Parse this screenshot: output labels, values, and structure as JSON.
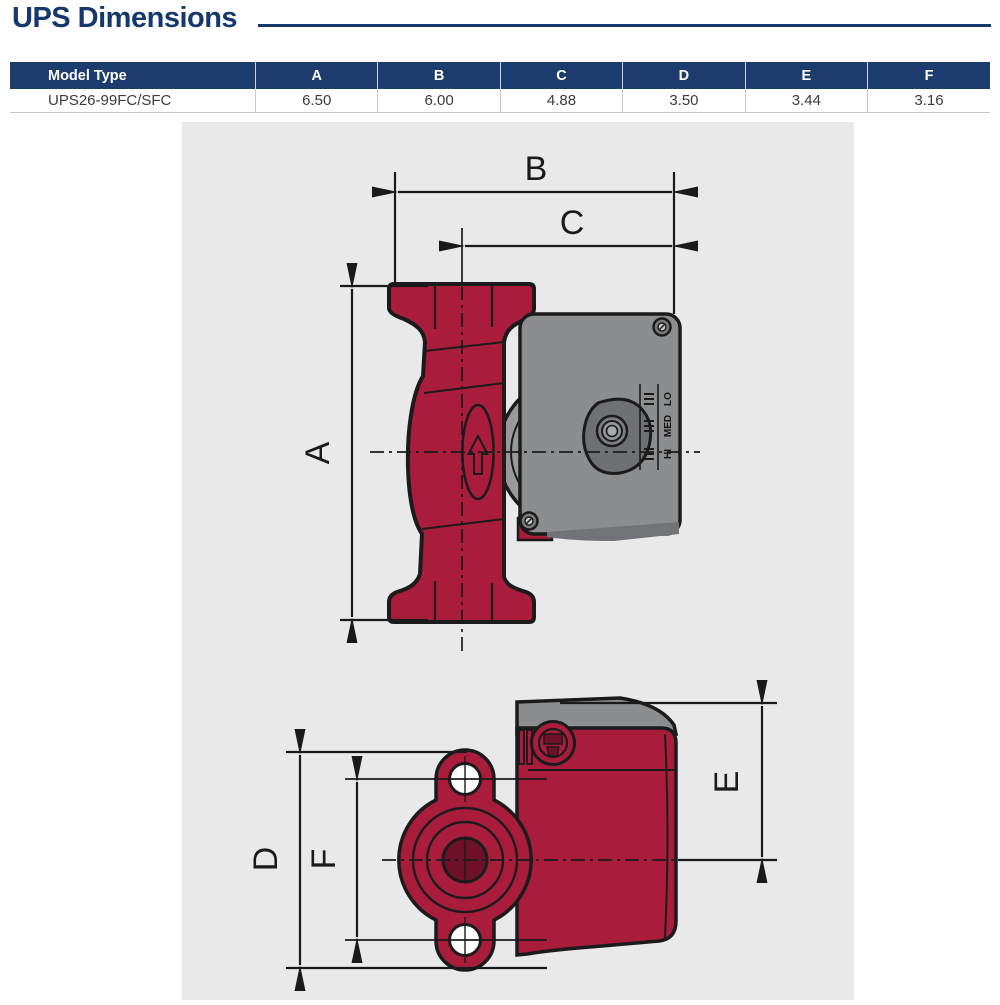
{
  "header": {
    "title": "UPS Dimensions"
  },
  "table": {
    "columns": [
      "Model Type",
      "A",
      "B",
      "C",
      "D",
      "E",
      "F"
    ],
    "rows": [
      {
        "model": "UPS26-99FC/SFC",
        "a": "6.50",
        "b": "6.00",
        "c": "4.88",
        "d": "3.50",
        "e": "3.44",
        "f": "3.16"
      }
    ]
  },
  "diagram": {
    "dim_labels": {
      "a": "A",
      "b": "B",
      "c": "C",
      "d": "D",
      "e": "E",
      "f": "F"
    },
    "speed_selector": {
      "hi": "HI",
      "med": "MED",
      "lo": "LO"
    },
    "colors": {
      "pump_red": "#A91C3C",
      "dark_red": "#6E1028",
      "motor_gray": "#8B8D8F",
      "crescent_gray": "#97999B",
      "panel_bg": "#E9E9EA",
      "line": "#1A1A1A",
      "navy": "#1B3C6C"
    }
  }
}
